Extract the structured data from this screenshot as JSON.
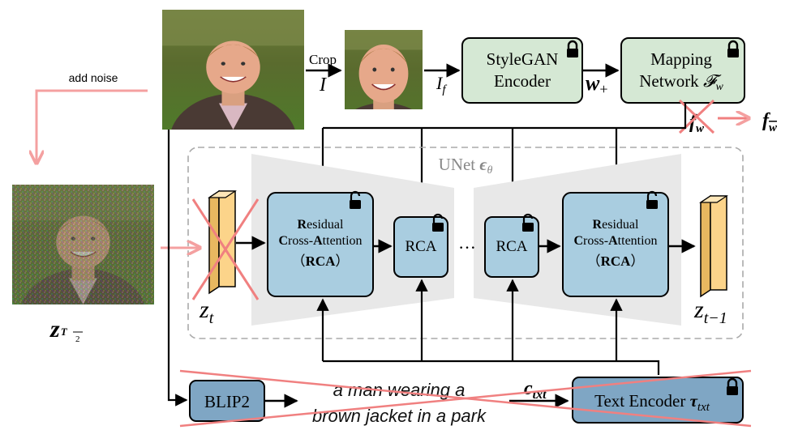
{
  "labels": {
    "add_noise": "add noise",
    "crop": "Crop",
    "input_image": "I",
    "cropped_face": "I_f",
    "stylegan_line1": "StyleGAN",
    "stylegan_line2": "Encoder",
    "w_plus": "w+",
    "mapping_line1": "Mapping",
    "mapping_line2": "Network 𝓕w",
    "f_w": "f_w",
    "f_w_bar": "f_w̄",
    "unet": "UNet ϵθ",
    "rca_big_line1": "Residual",
    "rca_big_line2": "Cross-Attention",
    "rca_big_line3": "（RCA）",
    "rca_small": "RCA",
    "ellipsis": "···",
    "z_t": "z_t",
    "z_t_minus_1": "z_t−1",
    "z_T_half": "z_T/2",
    "blip2": "BLIP2",
    "caption_line1": "a man wearing a",
    "caption_line2": "brown jacket in a park",
    "c_txt": "c_txt",
    "text_encoder": "Text Encoder τtxt"
  },
  "icons": {
    "locked": "lock-closed-icon",
    "unlocked": "lock-open-icon"
  },
  "colors": {
    "green_box": "#d5e8d4",
    "blue_box": "#a9cde0",
    "dark_blue_box": "#7fa6c4",
    "latent_yellow": "#fcd48a",
    "red_cross": "#f08080",
    "pink_arrow": "#f4a0a0",
    "unet_border": "#aaaaaa"
  }
}
